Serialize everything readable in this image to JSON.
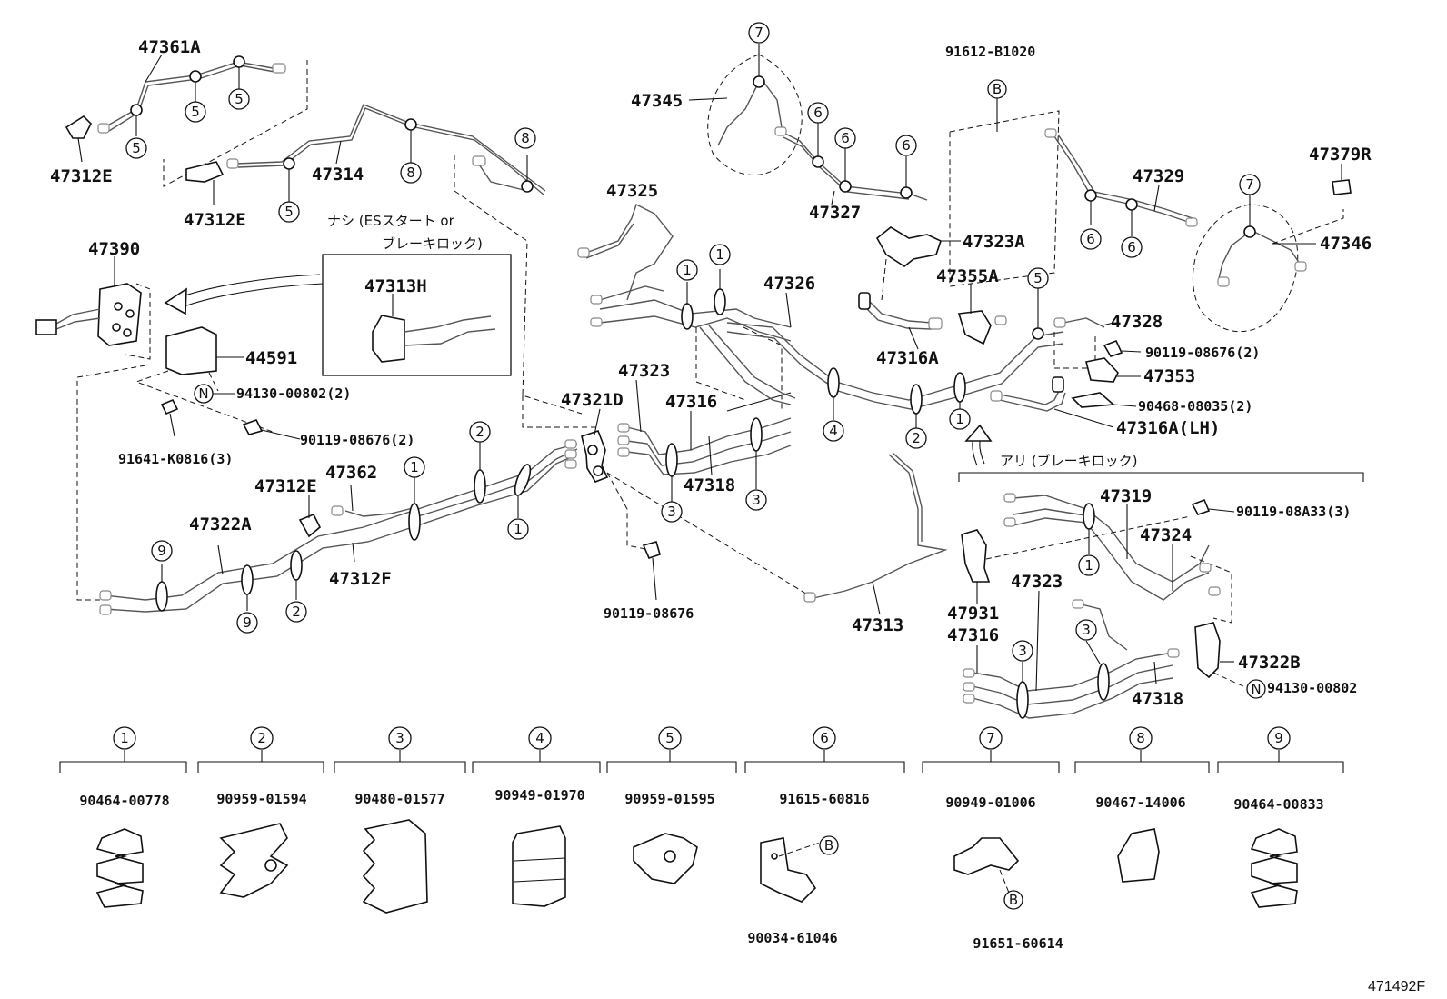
{
  "diagram_ref": "471492F",
  "main_labels": [
    {
      "id": "47361A",
      "text": "47361A"
    },
    {
      "id": "47312E_a",
      "text": "47312E"
    },
    {
      "id": "47312E_b",
      "text": "47312E"
    },
    {
      "id": "47314",
      "text": "47314"
    },
    {
      "id": "47390",
      "text": "47390"
    },
    {
      "id": "44591",
      "text": "44591"
    },
    {
      "id": "47313H",
      "text": "47313H"
    },
    {
      "id": "47345",
      "text": "47345"
    },
    {
      "id": "47327",
      "text": "47327"
    },
    {
      "id": "47325",
      "text": "47325"
    },
    {
      "id": "47326",
      "text": "47326"
    },
    {
      "id": "47323_a",
      "text": "47323"
    },
    {
      "id": "47316_a",
      "text": "47316"
    },
    {
      "id": "47318_a",
      "text": "47318"
    },
    {
      "id": "47321D",
      "text": "47321D"
    },
    {
      "id": "47362",
      "text": "47362"
    },
    {
      "id": "47312E_c",
      "text": "47312E"
    },
    {
      "id": "47322A",
      "text": "47322A"
    },
    {
      "id": "47312F",
      "text": "47312F"
    },
    {
      "id": "47313",
      "text": "47313"
    },
    {
      "id": "47323A",
      "text": "47323A"
    },
    {
      "id": "47355A",
      "text": "47355A"
    },
    {
      "id": "47316A",
      "text": "47316A"
    },
    {
      "id": "47328",
      "text": "47328"
    },
    {
      "id": "47353",
      "text": "47353"
    },
    {
      "id": "47316A_LH",
      "text": "47316A(LH)"
    },
    {
      "id": "47329",
      "text": "47329"
    },
    {
      "id": "47379R",
      "text": "47379R"
    },
    {
      "id": "47346",
      "text": "47346"
    },
    {
      "id": "47319",
      "text": "47319"
    },
    {
      "id": "47324",
      "text": "47324"
    },
    {
      "id": "47931",
      "text": "47931"
    },
    {
      "id": "47323_b",
      "text": "47323"
    },
    {
      "id": "47316_b",
      "text": "47316"
    },
    {
      "id": "47322B",
      "text": "47322B"
    },
    {
      "id": "47318_b",
      "text": "47318"
    }
  ],
  "small_labels": [
    {
      "id": "94130_a",
      "text": "94130-00802(2)"
    },
    {
      "id": "90119_a",
      "text": "90119-08676(2)"
    },
    {
      "id": "91641",
      "text": "91641-K0816(3)"
    },
    {
      "id": "90119_b",
      "text": "90119-08676"
    },
    {
      "id": "91612",
      "text": "91612-B1020"
    },
    {
      "id": "90119_c",
      "text": "90119-08676(2)"
    },
    {
      "id": "90468",
      "text": "90468-08035(2)"
    },
    {
      "id": "90119_d",
      "text": "90119-08A33(3)"
    },
    {
      "id": "94130_b",
      "text": "94130-00802"
    }
  ],
  "notes": {
    "nashi_line1": "ナシ (ESスタート or",
    "nashi_line2": "ブレーキロック)",
    "ari": "アリ (ブレーキロック)"
  },
  "circle_marks": {
    "N": "N",
    "B": "B"
  },
  "clamp_legend": [
    {
      "num": "1",
      "part": "90464-00778"
    },
    {
      "num": "2",
      "part": "90959-01594"
    },
    {
      "num": "3",
      "part": "90480-01577"
    },
    {
      "num": "4",
      "part": "90949-01970"
    },
    {
      "num": "5",
      "part": "90959-01595"
    },
    {
      "num": "6",
      "part": "91615-60816",
      "extra": "90034-61046"
    },
    {
      "num": "7",
      "part": "90949-01006",
      "extra": "91651-60614"
    },
    {
      "num": "8",
      "part": "90467-14006"
    },
    {
      "num": "9",
      "part": "90464-00833"
    }
  ]
}
